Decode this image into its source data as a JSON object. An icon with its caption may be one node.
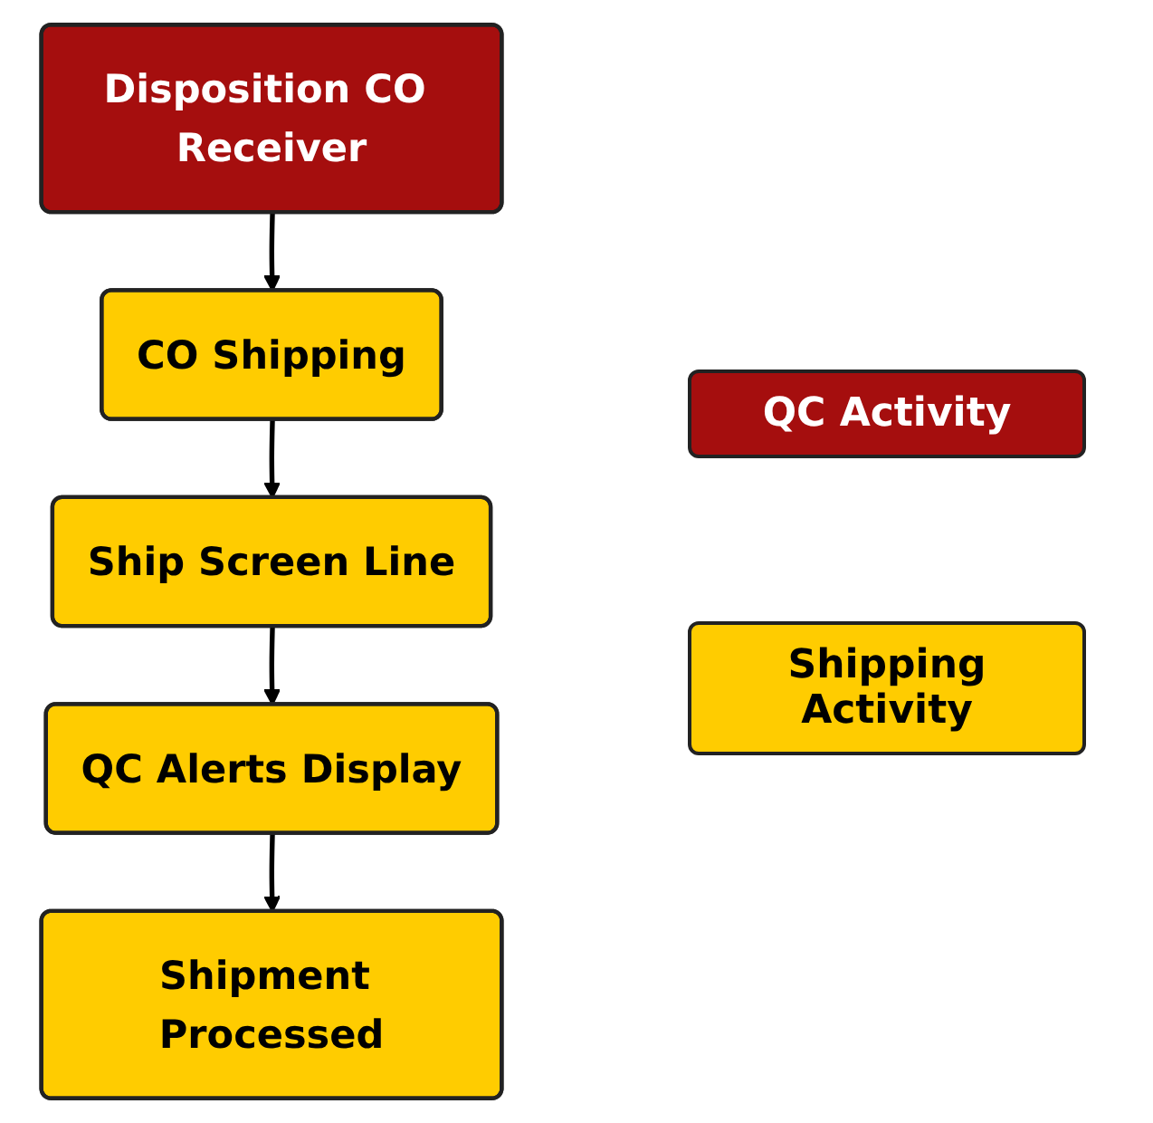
{
  "diagram": {
    "nodes": [
      {
        "text": [
          "Disposition CO Receiver"
        ]
      },
      {
        "text": [
          "CO Shipping"
        ]
      },
      {
        "text": [
          "Ship Screen Line"
        ]
      },
      {
        "text": [
          "QC Alerts Display"
        ]
      },
      {
        "text": [
          "Shipment Processed"
        ]
      }
    ],
    "edges": [
      {
        "from": 0,
        "to": 1,
        "arrow": "to"
      },
      {
        "from": 1,
        "to": 2,
        "arrow": "to"
      },
      {
        "from": 2,
        "to": 3,
        "arrow": "to"
      },
      {
        "from": 3,
        "to": 4,
        "arrow": "to"
      }
    ],
    "legend": [
      {
        "text": "QC Activity",
        "color": "#a50e0e"
      },
      {
        "text": "Shipping Activity",
        "color": "#ffcc00"
      }
    ]
  }
}
